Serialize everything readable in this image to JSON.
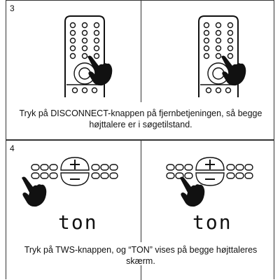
{
  "steps": [
    {
      "number": "3",
      "caption": "Tryk på DISCONNECT-knappen på fjernbetjeningen, så begge højttalere er i søgetilstand."
    },
    {
      "number": "4",
      "caption": "Tryk på TWS-knappen, og “TON” vises på begge højttaleres skærm.",
      "display_text": "ton"
    }
  ],
  "icons": [
    "remote-control-icon",
    "pointing-hand-icon",
    "speaker-panel-icon",
    "plus-icon",
    "minus-icon"
  ]
}
